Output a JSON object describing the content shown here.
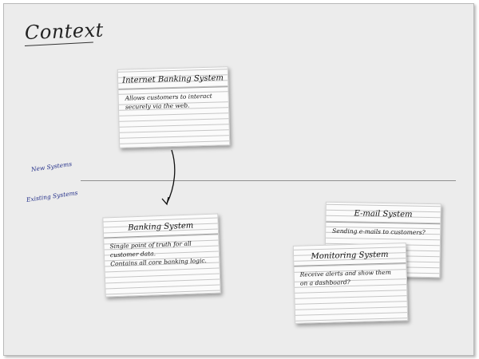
{
  "title": "Context",
  "regions": {
    "new_label": "New Systems",
    "existing_label": "Existing Systems"
  },
  "cards": {
    "internet_banking": {
      "title": "Internet Banking System",
      "description": [
        "Allows customers to interact",
        "securely via the web."
      ]
    },
    "banking": {
      "title": "Banking System",
      "description": [
        "Single point of truth for all",
        "customer data.",
        "Contains all core banking logic."
      ]
    },
    "email": {
      "title": "E-mail System",
      "description": [
        "Sending e-mails to customers?"
      ]
    },
    "monitoring": {
      "title": "Monitoring System",
      "description": [
        "Receive alerts and show them",
        "on a dashboard?"
      ]
    }
  },
  "colors": {
    "canvas": "#ececec",
    "card": "#fbfbfb",
    "region_label": "#24308a",
    "ink": "#111111"
  }
}
